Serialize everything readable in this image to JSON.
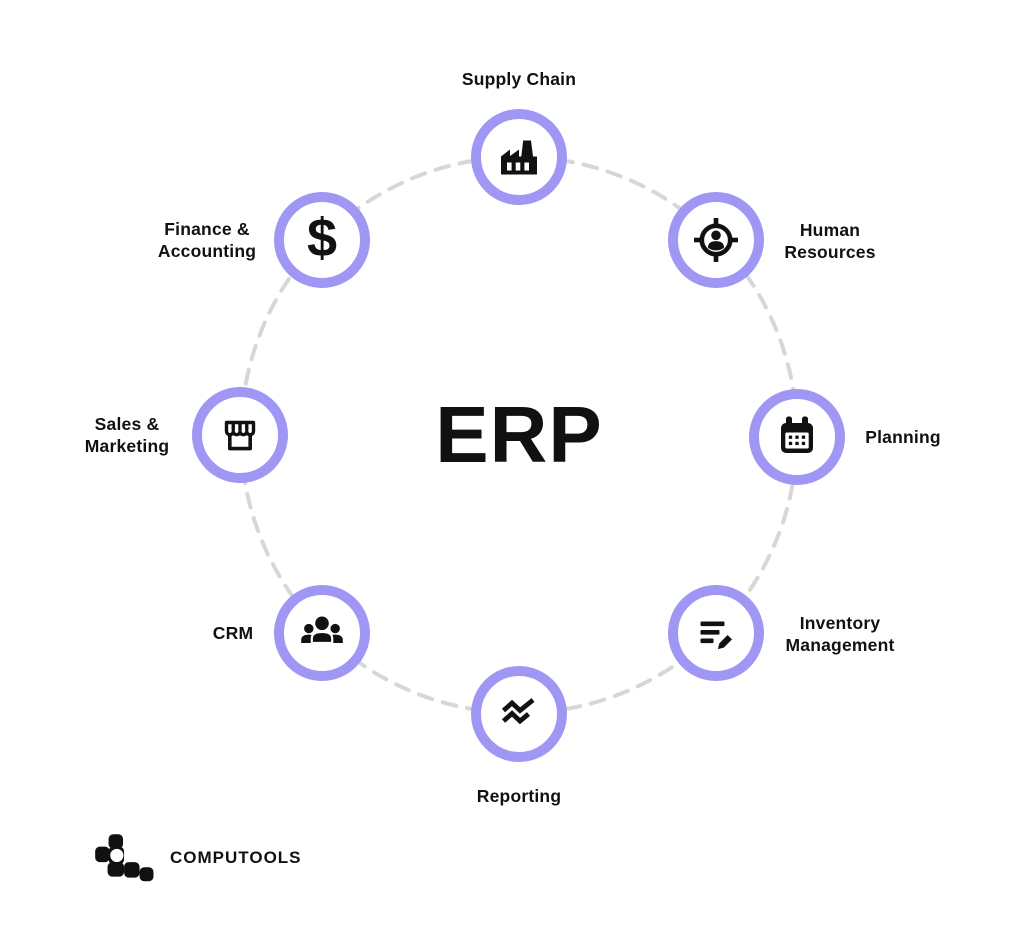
{
  "diagram": {
    "center_label": "ERP",
    "nodes": [
      {
        "label": "Supply Chain",
        "icon": "factory-icon"
      },
      {
        "label": "Human\nResources",
        "icon": "person-target-icon"
      },
      {
        "label": "Planning",
        "icon": "calendar-icon"
      },
      {
        "label": "Inventory\nManagement",
        "icon": "list-edit-icon"
      },
      {
        "label": "Reporting",
        "icon": "chart-zigzag-icon"
      },
      {
        "label": "CRM",
        "icon": "people-group-icon"
      },
      {
        "label": "Sales &\nMarketing",
        "icon": "storefront-icon"
      },
      {
        "label": "Finance &\nAccounting",
        "icon": "dollar-icon",
        "glyph": "$"
      }
    ]
  },
  "footer": {
    "brand": "COMPUTOOLS"
  },
  "colors": {
    "node_ring": "#a096f4",
    "dashed_circle": "#d7d7d7",
    "icon": "#111111",
    "text": "#111111",
    "background": "#ffffff"
  }
}
